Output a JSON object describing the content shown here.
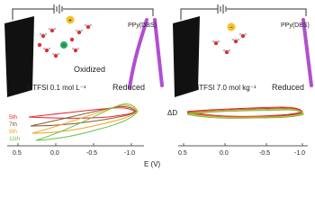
{
  "left_panel": {
    "film_label": "PPy(DBS)",
    "oxidized_label": "Oxidized",
    "reduced_label": "Reduced",
    "electrolyte_label": "LiTFSI 0.1 mol L⁻¹",
    "ion_legend": {
      "cation_sign": "+",
      "anion_sign": "−"
    }
  },
  "right_panel": {
    "film_label": "PPy(DBS)",
    "reduced_label": "Reduced",
    "electrolyte_label": "LiTFSI 7.0 mol kg⁻¹",
    "ion_legend": {
      "anion_sign": "−"
    }
  },
  "plots": {
    "y_axis_label": "ΔD",
    "x_axis_label": "E (V)",
    "left_ticks": [
      "0.5",
      "0.0",
      "-0.5",
      "-1.0"
    ],
    "right_ticks": [
      "0.5",
      "0.0",
      "-0.5",
      "-1.0"
    ],
    "cycle_labels": [
      {
        "text": "5th",
        "color": "#e8202a"
      },
      {
        "text": "7th",
        "color": "#8a5a2b"
      },
      {
        "text": "9th",
        "color": "#f3a21b"
      },
      {
        "text": "11th",
        "color": "#6cc04a"
      }
    ]
  }
}
